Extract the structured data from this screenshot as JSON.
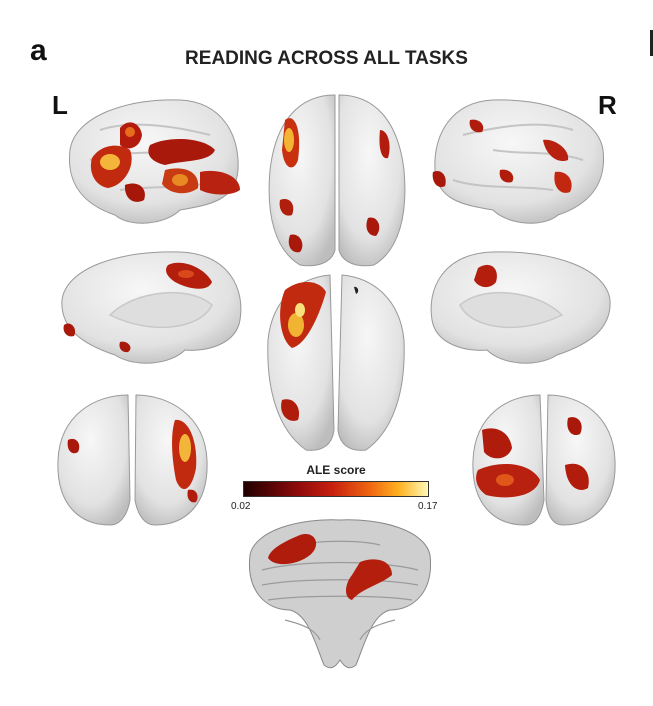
{
  "figure": {
    "panel_letter": "a",
    "title": "READING ACROSS ALL TASKS",
    "left_label": "L",
    "right_label": "R"
  },
  "colorbar": {
    "title": "ALE score",
    "min_label": "0.02",
    "max_label": "0.17",
    "colors": [
      "#200000",
      "#8a0a0a",
      "#c8200f",
      "#ee6410",
      "#ffb020",
      "#fff9b8"
    ]
  },
  "colors": {
    "brain_surface": "#e6e6e6",
    "activation_low": "#b01a0c",
    "activation_mid": "#e0501a",
    "activation_high": "#f6c23a"
  }
}
